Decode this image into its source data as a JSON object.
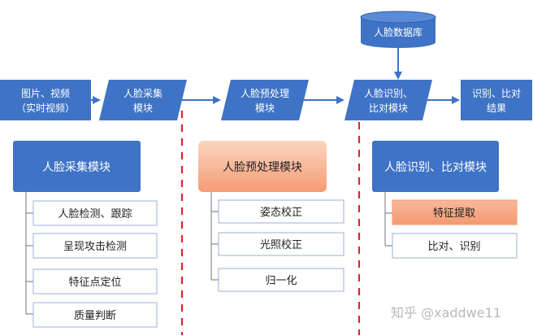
{
  "colors": {
    "blue": "#3f73c6",
    "blue_dark": "#2f5fae",
    "orange": "#f6a884",
    "orange_light": "#fbd5c2",
    "connector": "#8c8c8c",
    "divider": "#e0242c",
    "box_border": "#98b2d6"
  },
  "flow": {
    "input_lines": [
      "图片、视频",
      "（实时视频）"
    ],
    "database": "人脸数据库",
    "capture_lines": [
      "人脸采集",
      "模块"
    ],
    "preprocess_lines": [
      "人脸预处理",
      "模块"
    ],
    "recognize_lines": [
      "人脸识别、",
      "比对模块"
    ],
    "result_lines": [
      "识别、比对",
      "结果"
    ]
  },
  "modules": [
    {
      "title": "人脸采集模块",
      "items": [
        "人脸检测、跟踪",
        "呈现攻击检测",
        "特征点定位",
        "质量判断"
      ]
    },
    {
      "title": "人脸预处理模块",
      "items": [
        "姿态校正",
        "光照校正",
        "归一化"
      ]
    },
    {
      "title": "人脸识别、比对模块",
      "items": [
        "特征提取",
        "比对、识别"
      ]
    }
  ],
  "watermark": "知乎 @xaddwe11"
}
